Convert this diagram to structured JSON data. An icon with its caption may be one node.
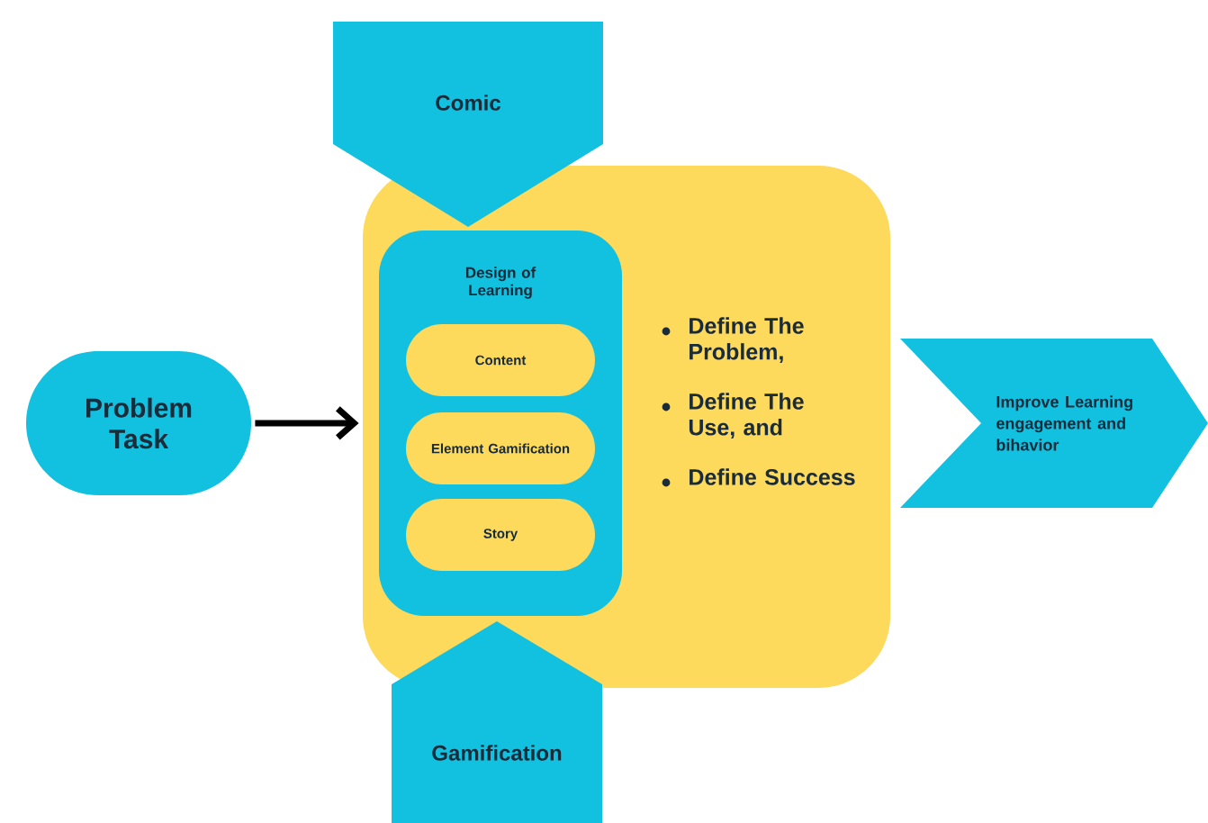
{
  "diagram": {
    "nodes": [
      {
        "text": [
          "Problem Task"
        ]
      },
      {
        "text": [
          "Define The Problem,",
          "Define The Use, and",
          "Define Success"
        ]
      },
      {
        "text": [
          "Design of Learning"
        ],
        "in": 1
      },
      {
        "text": [
          "Content"
        ],
        "in": 2
      },
      {
        "text": [
          "Element Gamification"
        ],
        "in": 2
      },
      {
        "text": [
          "Story"
        ],
        "in": 2
      },
      {
        "text": [
          "Comic"
        ]
      },
      {
        "text": [
          "Gamification"
        ]
      },
      {
        "text": [
          "Improve Learning engagement and bihavior"
        ]
      }
    ],
    "edges": [
      {
        "from": 0,
        "to": 1,
        "arrow": "to"
      }
    ]
  }
}
